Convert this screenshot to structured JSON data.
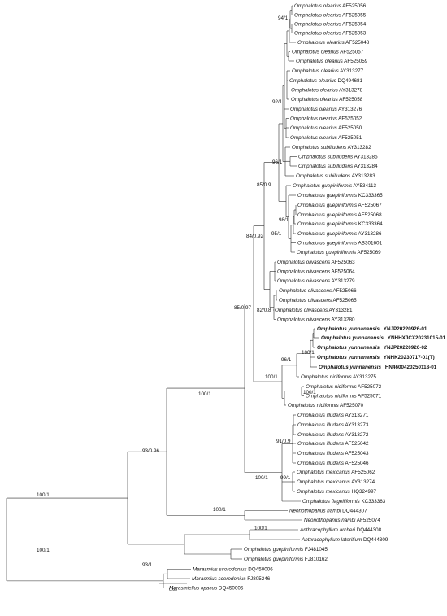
{
  "taxa": [
    {
      "id": "t1",
      "genus": "Omphalotus",
      "species": "olearius",
      "acc": "AF525056"
    },
    {
      "id": "t2",
      "genus": "Omphalotus",
      "species": "olearius",
      "acc": "AF525055"
    },
    {
      "id": "t3",
      "genus": "Omphalotus",
      "species": "olearius",
      "acc": "AF525054"
    },
    {
      "id": "t4",
      "genus": "Omphalotus",
      "species": "olearius",
      "acc": "AF525053"
    },
    {
      "id": "t5",
      "genus": "Omphalotus",
      "species": "olearius",
      "acc": "AF525048"
    },
    {
      "id": "t6",
      "genus": "Omphalotus",
      "species": "olearius",
      "acc": "AF525057"
    },
    {
      "id": "t7",
      "genus": "Omphalotus",
      "species": "olearius",
      "acc": "AF525059"
    },
    {
      "id": "t8",
      "genus": "Omphalotus",
      "species": "olearius",
      "acc": "AY313277"
    },
    {
      "id": "t9",
      "genus": "Omphalotus",
      "species": "olearius",
      "acc": "DQ494681"
    },
    {
      "id": "t10",
      "genus": "Omphalotus",
      "species": "olearius",
      "acc": "AY313278"
    },
    {
      "id": "t11",
      "genus": "Omphalotus",
      "species": "olearius",
      "acc": "AF525058"
    },
    {
      "id": "t12",
      "genus": "Omphalotus",
      "species": "olearius",
      "acc": "AY313276"
    },
    {
      "id": "t13",
      "genus": "Omphalotus",
      "species": "olearius",
      "acc": "AF525052"
    },
    {
      "id": "t14",
      "genus": "Omphalotus",
      "species": "olearius",
      "acc": "AF525050"
    },
    {
      "id": "t15",
      "genus": "Omphalotus",
      "species": "olearius",
      "acc": "AF525051"
    },
    {
      "id": "t16",
      "genus": "Omphalotus",
      "species": "subilludens",
      "acc": "AY313282"
    },
    {
      "id": "t17",
      "genus": "Omphalotus",
      "species": "subilludens",
      "acc": "AY313285"
    },
    {
      "id": "t18",
      "genus": "Omphalotus",
      "species": "subilludens",
      "acc": "AY313284"
    },
    {
      "id": "t19",
      "genus": "Omphalotus",
      "species": "subilludens",
      "acc": "AY313283"
    },
    {
      "id": "t20",
      "genus": "Omphalotus",
      "species": "guepiniformis",
      "acc": "AY534113"
    },
    {
      "id": "t21",
      "genus": "Omphalotus",
      "species": "guepiniformis",
      "acc": "KC333365"
    },
    {
      "id": "t22",
      "genus": "Omphalotus",
      "species": "guepiniformis",
      "acc": "AF525067"
    },
    {
      "id": "t23",
      "genus": "Omphalotus",
      "species": "guepiniformis",
      "acc": "AF525068"
    },
    {
      "id": "t24",
      "genus": "Omphalotus",
      "species": "guepiniformis",
      "acc": "KC333364"
    },
    {
      "id": "t25",
      "genus": "Omphalotus",
      "species": "guepiniformis",
      "acc": "AY313286"
    },
    {
      "id": "t26",
      "genus": "Omphalotus",
      "species": "guepiniformis",
      "acc": "AB301601"
    },
    {
      "id": "t27",
      "genus": "Omphalotus",
      "species": "guepiniformis",
      "acc": "AF525069"
    },
    {
      "id": "t28",
      "genus": "Omphalotus",
      "species": "olivascens",
      "acc": "AF525063"
    },
    {
      "id": "t29",
      "genus": "Omphalotus",
      "species": "olivascens",
      "acc": "AF525064"
    },
    {
      "id": "t30",
      "genus": "Omphalotus",
      "species": "olivascens",
      "acc": "AY313279"
    },
    {
      "id": "t31",
      "genus": "Omphalotus",
      "species": "olivascens",
      "acc": "AF525066"
    },
    {
      "id": "t32",
      "genus": "Omphalotus",
      "species": "olivascens",
      "acc": "AF525065"
    },
    {
      "id": "t33",
      "genus": "Omphalotus",
      "species": "olivascens",
      "acc": "AY313281"
    },
    {
      "id": "t34",
      "genus": "Omphalotus",
      "species": "olivascens",
      "acc": "AY313280"
    },
    {
      "id": "t35",
      "genus": "Omphalotus",
      "species": "yunnanensis",
      "acc": "YNJP20220926-01",
      "bold": true
    },
    {
      "id": "t36",
      "genus": "Omphalotus",
      "species": "yunnanensis",
      "acc": "YNHHXJCX20231015-01",
      "bold": true
    },
    {
      "id": "t37",
      "genus": "Omphalotus",
      "species": "yunnanensis",
      "acc": "YNJP20220926-02",
      "bold": true
    },
    {
      "id": "t38",
      "genus": "Omphalotus",
      "species": "yunnanensis",
      "acc": "YNHK20230717-01(T)",
      "bold": true
    },
    {
      "id": "t39",
      "genus": "Omphalotus",
      "species": "yunnanensis",
      "acc": "HN4600420250118-01",
      "bold": true
    },
    {
      "id": "t40",
      "genus": "Omphalotus",
      "species": "nidiformis",
      "acc": "AY313275"
    },
    {
      "id": "t41",
      "genus": "Omphalotus",
      "species": "nidiformis",
      "acc": "AF525072"
    },
    {
      "id": "t42",
      "genus": "Omphalotus",
      "species": "nidiformis",
      "acc": "AF525071"
    },
    {
      "id": "t43",
      "genus": "Omphalotus",
      "species": "nidiformis",
      "acc": "AF525070"
    },
    {
      "id": "t44",
      "genus": "Omphalotus",
      "species": "illudens",
      "acc": "AY313271"
    },
    {
      "id": "t45",
      "genus": "Omphalotus",
      "species": "illudens",
      "acc": "AY313273"
    },
    {
      "id": "t46",
      "genus": "Omphalotus",
      "species": "illudens",
      "acc": "AY313272"
    },
    {
      "id": "t47",
      "genus": "Omphalotus",
      "species": "illudens",
      "acc": "AF525042"
    },
    {
      "id": "t48",
      "genus": "Omphalotus",
      "species": "illudens",
      "acc": "AF525043"
    },
    {
      "id": "t49",
      "genus": "Omphalotus",
      "species": "illudens",
      "acc": "AF525046"
    },
    {
      "id": "t50",
      "genus": "Omphalotus",
      "species": "mexicanus",
      "acc": "AF525062"
    },
    {
      "id": "t51",
      "genus": "Omphalotus",
      "species": "mexicanus",
      "acc": "AY313274"
    },
    {
      "id": "t52",
      "genus": "Omphalotus",
      "species": "mexicanus",
      "acc": "HQ324997"
    },
    {
      "id": "t53",
      "genus": "Omphalotus",
      "species": "flagelliformis",
      "acc": "KC333363"
    },
    {
      "id": "t54",
      "genus": "Neonothopanus",
      "species": "nambi",
      "acc": "DQ444307"
    },
    {
      "id": "t55",
      "genus": "Neonothopanus",
      "species": "nambi",
      "acc": "AF525074"
    },
    {
      "id": "t56",
      "genus": "Anthracophyllum",
      "species": "archeri",
      "acc": "DQ444308"
    },
    {
      "id": "t57",
      "genus": "Anthracophyllum",
      "species": "lateritium",
      "acc": "DQ444309"
    },
    {
      "id": "t58",
      "genus": "Omphalotus",
      "species": "guepiniformis",
      "acc": "FJ481045"
    },
    {
      "id": "t59",
      "genus": "Omphalotus",
      "species": "guepiniformis",
      "acc": "FJ810162"
    },
    {
      "id": "t60",
      "genus": "Marasmius",
      "species": "scorodonius",
      "acc": "DQ450006"
    },
    {
      "id": "t61",
      "genus": "Marasmius",
      "species": "scorodonius",
      "acc": "FJ805246"
    },
    {
      "id": "t62",
      "genus": "Marasmiellus",
      "species": "opacus",
      "acc": "DQ450005"
    }
  ],
  "supports": [
    {
      "id": "s_olearius_top",
      "text": "94/1"
    },
    {
      "id": "s_olearius",
      "text": "92/1"
    },
    {
      "id": "s_subilludens",
      "text": "96/1"
    },
    {
      "id": "s_gue_a",
      "text": "98/1"
    },
    {
      "id": "s_gue_b",
      "text": "95/1"
    },
    {
      "id": "s_gue_olearius",
      "text": "85/0.9"
    },
    {
      "id": "s_84",
      "text": "84/0.92"
    },
    {
      "id": "s_olivascens",
      "text": "82/0.8"
    },
    {
      "id": "s_85",
      "text": "85/0.97"
    },
    {
      "id": "s_yunnanensis",
      "text": "100/1"
    },
    {
      "id": "s_yun_nid",
      "text": "96/1"
    },
    {
      "id": "s_nid_a",
      "text": "100/1"
    },
    {
      "id": "s_nid_b",
      "text": "100/1"
    },
    {
      "id": "s_core",
      "text": "100/1"
    },
    {
      "id": "s_illudens",
      "text": "91/0.9"
    },
    {
      "id": "s_mexicanus",
      "text": "99/1"
    },
    {
      "id": "s_ill_mex",
      "text": "100/1"
    },
    {
      "id": "s_omph",
      "text": "93/0.96"
    },
    {
      "id": "s_neono",
      "text": "100/1"
    },
    {
      "id": "s_anthra",
      "text": "100/1"
    },
    {
      "id": "s_gue_out",
      "text": "100/1"
    },
    {
      "id": "s_ingroup",
      "text": "100/1"
    },
    {
      "id": "s_marasmius",
      "text": "93/1"
    },
    {
      "id": "s_root",
      "text": "100/1"
    }
  ],
  "scale_bar": {
    "label": "0.05"
  }
}
